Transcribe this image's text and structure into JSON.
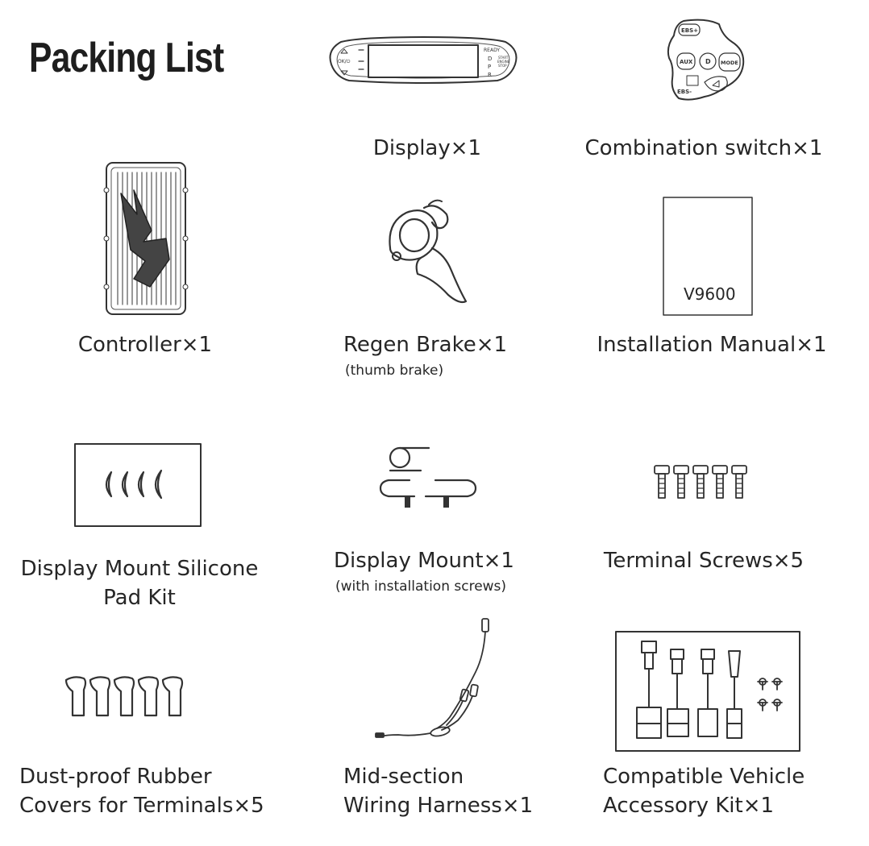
{
  "title": "Packing List",
  "items": {
    "display": {
      "label": "Display×1",
      "screen_text": {
        "ready": "READY",
        "d": "D",
        "p": "P",
        "r": "R",
        "ok": "OK/⏻",
        "start": "START",
        "engine": "ENGINE",
        "stop": "STOP"
      }
    },
    "switch": {
      "label": "Combination switch×1",
      "btn_ebs_top": "EBS+",
      "btn_ebs_bottom": "EBS-",
      "btn_aux": "AUX",
      "btn_d": "D",
      "btn_mode": "MODE"
    },
    "controller": {
      "label": "Controller×1"
    },
    "brake": {
      "label": "Regen Brake×1",
      "sub": "(thumb brake)"
    },
    "manual": {
      "label": "Installation Manual×1",
      "code": "V9600"
    },
    "silicone_pad": {
      "label_line1": "Display Mount Silicone",
      "label_line2": "Pad Kit"
    },
    "mount": {
      "label": "Display Mount×1",
      "sub": "(with installation screws)"
    },
    "screws": {
      "label": "Terminal Screws×5"
    },
    "covers": {
      "label_line1": "Dust-proof Rubber",
      "label_line2": "Covers for Terminals×5"
    },
    "harness": {
      "label_line1": "Mid-section",
      "label_line2": "Wiring Harness×1"
    },
    "accessory": {
      "label_line1": "Compatible Vehicle",
      "label_line2": "Accessory Kit×1"
    }
  }
}
